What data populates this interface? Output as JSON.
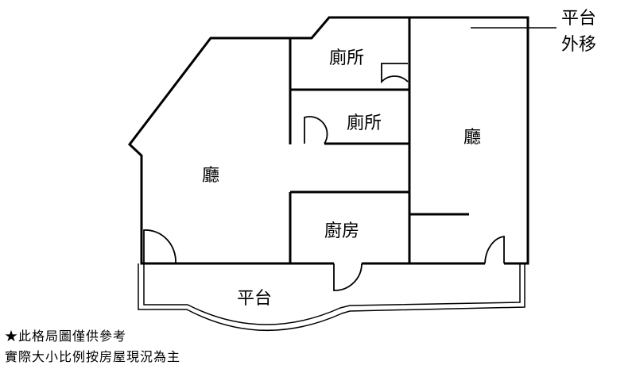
{
  "rooms": {
    "living_left": "廳",
    "living_right": "廳",
    "bath_top": "廁所",
    "bath_mid": "廁所",
    "kitchen": "廚房",
    "balcony": "平台"
  },
  "callout": {
    "line1": "平台",
    "line2": "外移"
  },
  "notes": {
    "line1": "★此格局圖僅供參考",
    "line2": "實際大小比例按房屋現況為主"
  }
}
